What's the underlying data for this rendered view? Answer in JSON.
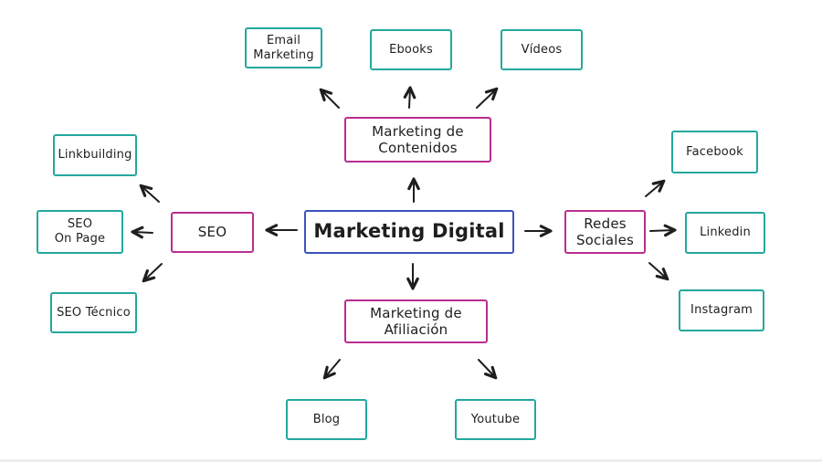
{
  "diagram": {
    "center": {
      "label": "Marketing Digital"
    },
    "branches": [
      {
        "id": "marketing-de-contenidos",
        "label": "Marketing de\nContenidos",
        "children": [
          {
            "label": "Email\nMarketing"
          },
          {
            "label": "Ebooks"
          },
          {
            "label": "Vídeos"
          }
        ]
      },
      {
        "id": "seo",
        "label": "SEO",
        "children": [
          {
            "label": "Linkbuilding"
          },
          {
            "label": "SEO\nOn Page"
          },
          {
            "label": "SEO Técnico"
          }
        ]
      },
      {
        "id": "redes-sociales",
        "label": "Redes\nSociales",
        "children": [
          {
            "label": "Facebook"
          },
          {
            "label": "Linkedin"
          },
          {
            "label": "Instagram"
          }
        ]
      },
      {
        "id": "marketing-de-afiliacion",
        "label": "Marketing de\nAfiliación",
        "children": [
          {
            "label": "Blog"
          },
          {
            "label": "Youtube"
          }
        ]
      }
    ],
    "colors": {
      "center": "#3c53bd",
      "branch": "#b92d90",
      "leaf": "#23a89d",
      "line": "#1e1e1e",
      "background": "#ffffff"
    }
  }
}
